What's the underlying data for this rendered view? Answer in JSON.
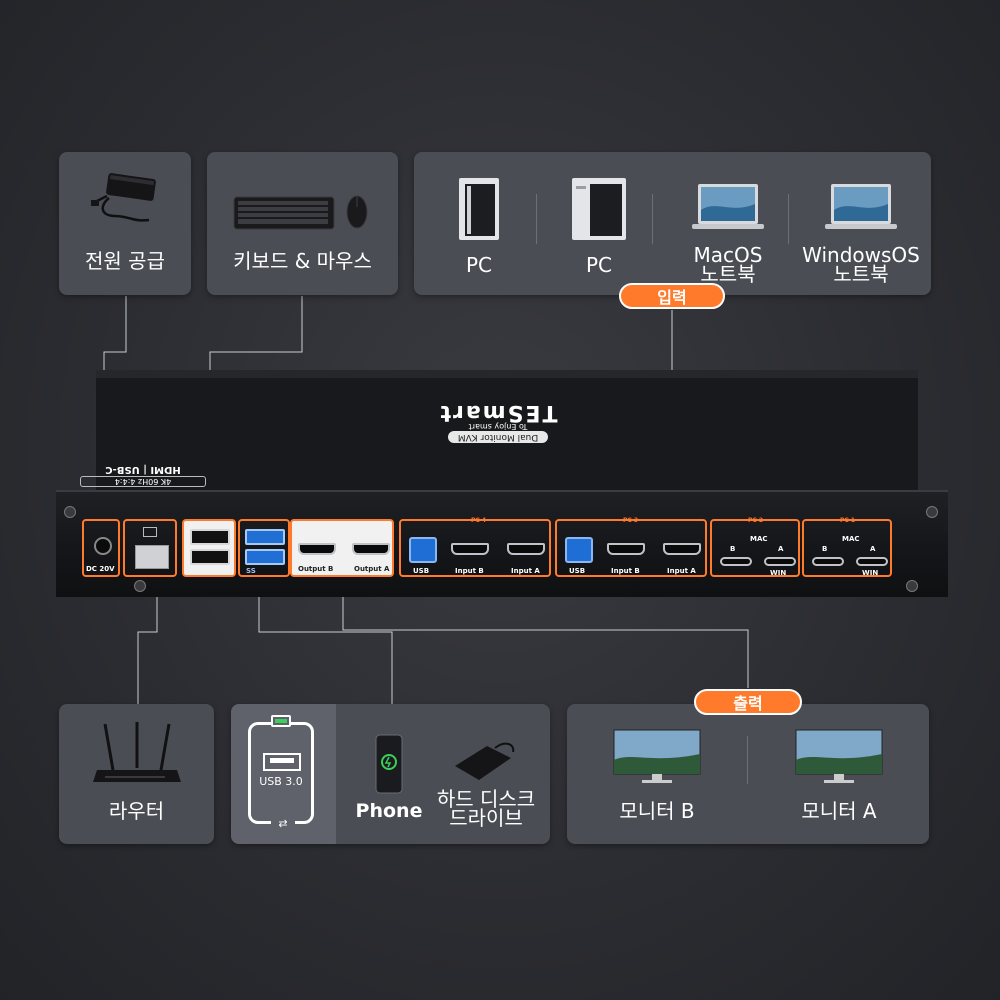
{
  "top_cards": {
    "power": {
      "label": "전원 공급"
    },
    "kbm": {
      "label": "키보드 & 마우스"
    },
    "inputs": [
      {
        "label": "PC"
      },
      {
        "label": "PC"
      },
      {
        "label": "MacOS\n노트북"
      },
      {
        "label": "WindowsOS\n노트북"
      }
    ]
  },
  "pill_input": "입력",
  "pill_output": "출력",
  "device": {
    "brand": "TESmart",
    "tagline": "To Enjoy smart",
    "model_label": "Dual Monitor KVM",
    "side_label_1": "HDMI | USB-C",
    "side_label_2": "4K 60Hz 4:4:4",
    "ports": {
      "dc": "DC 20V",
      "usb3": "SS",
      "output_b": "Output B",
      "output_a": "Output A",
      "usb": "USB",
      "input_b": "Input B",
      "input_a": "Input A",
      "mac": "MAC",
      "b": "B",
      "a": "A",
      "win": "WIN",
      "pc_tags": [
        "PC 4",
        "PC 3",
        "PC 2",
        "PC 1"
      ]
    }
  },
  "bottom_cards": {
    "router": {
      "label": "라우터"
    },
    "usb_panel": {
      "usb_label": "USB 3.0",
      "phone": "Phone",
      "hdd": "하드 디스크\n드라이브"
    },
    "monitors": [
      {
        "label": "모니터 B"
      },
      {
        "label": "모니터 A"
      }
    ]
  },
  "colors": {
    "accent": "#ff7a2b",
    "card": "#4b4d55",
    "usb_blue": "#1f6fd4"
  },
  "icons": [
    "power-adapter-icon",
    "keyboard-icon",
    "mouse-icon",
    "pc-tower-icon",
    "laptop-icon",
    "router-icon",
    "usb-port-icon",
    "phone-icon",
    "hard-drive-icon",
    "monitor-icon"
  ]
}
